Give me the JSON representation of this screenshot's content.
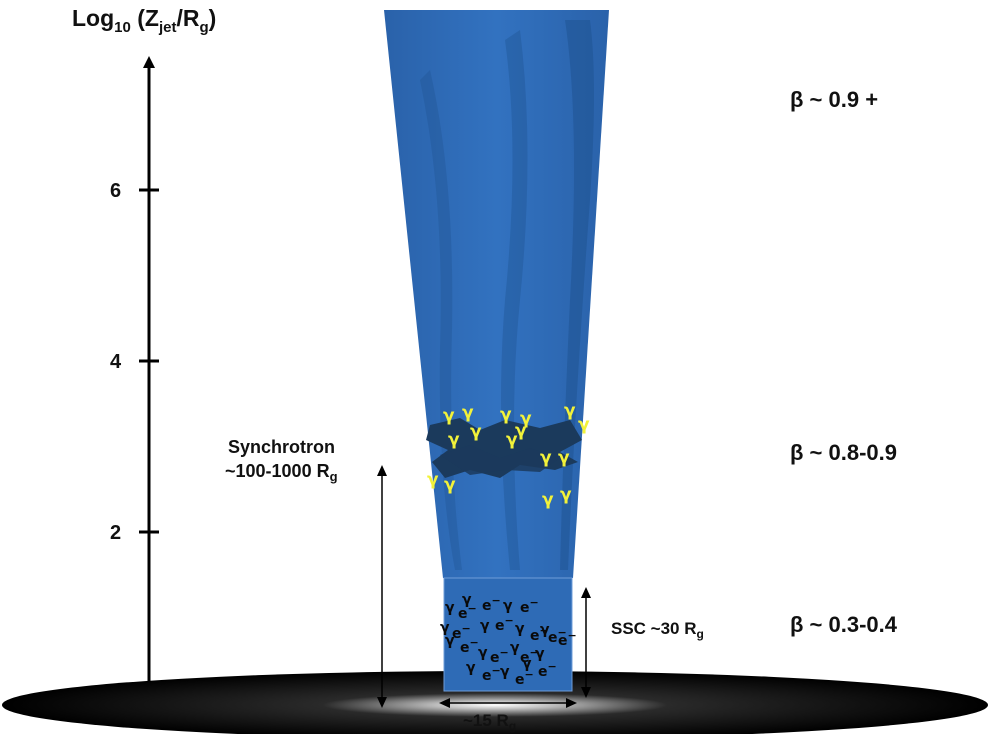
{
  "axis": {
    "title_main": "Log",
    "title_sub": "10",
    "title_rest_a": " (Z",
    "title_jet": "jet",
    "title_rest_b": "/R",
    "title_g": "g",
    "title_close": ")",
    "ticks": [
      "6",
      "4",
      "2"
    ]
  },
  "regions": {
    "beta_top": "β ~ 0.9 +",
    "beta_mid": "β ~ 0.8-0.9",
    "beta_low": "β ~ 0.3-0.4"
  },
  "labels": {
    "synchrotron": "Synchrotron",
    "synchrotron_range": "~100-1000 R",
    "synchrotron_sub": "g",
    "ssc": "SSC ~30 R",
    "ssc_sub": "g",
    "width": "~15 R",
    "width_sub": "g"
  },
  "particles": {
    "gamma": "γ",
    "electron": "e",
    "electron_sup": "−"
  },
  "colors": {
    "jet": "#2e69b3",
    "jet_dark": "#1d4f8c",
    "gamma": "#f2f23a",
    "disk": "#000000"
  }
}
